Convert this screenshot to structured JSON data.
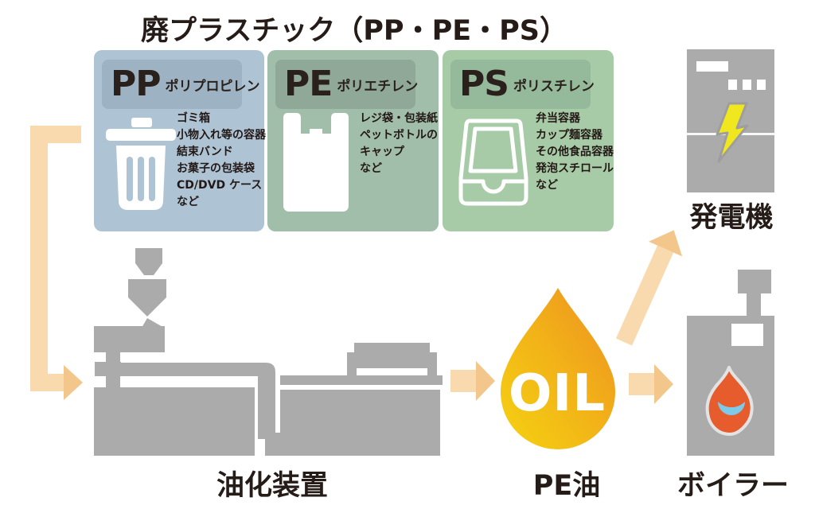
{
  "title": "廃プラスチック（PP・PE・PS）",
  "materials": [
    {
      "code": "PP",
      "name": "ポリプロピレン",
      "icon": "trash-can-icon",
      "items": [
        "ゴミ箱",
        "小物入れ等の容器",
        "結束バンド",
        "お菓子の包装袋",
        "CD/DVD ケース",
        "など"
      ],
      "bg": "#AEC4D5",
      "header_bg": "#9DB2C3"
    },
    {
      "code": "PE",
      "name": "ポリエチレン",
      "icon": "plastic-bag-icon",
      "items": [
        "レジ袋・包装紙",
        "ペットボトルの",
        "キャップ",
        "など"
      ],
      "bg": "#A1BEAA",
      "header_bg": "#8FA898"
    },
    {
      "code": "PS",
      "name": "ポリスチレン",
      "icon": "food-container-icon",
      "items": [
        "弁当容器",
        "カップ麺容器",
        "その他食品容器",
        "発泡スチロール",
        "など"
      ],
      "bg": "#A6CBA6",
      "header_bg": "#95B99B"
    }
  ],
  "process": {
    "machine_label": "油化装置",
    "oil_text": "OIL",
    "oil_label": "PE油",
    "generator_label": "発電機",
    "boiler_label": "ボイラー"
  },
  "colors": {
    "machine_gray": "#ABABAB",
    "equipment_gray": "#ABABAB",
    "arrow_body": "#F8DAAE",
    "arrow_head": "#F3C68C",
    "oil_gradient_start": "#F5D211",
    "oil_gradient_mid": "#F2B318",
    "oil_gradient_end": "#EE8F21",
    "bolt_yellow": "#F1E71E",
    "flame_orange": "#E65C2C",
    "flame_blue": "#7EC8E8",
    "icon_white": "#FFFFFF",
    "text_dark": "#231815"
  }
}
